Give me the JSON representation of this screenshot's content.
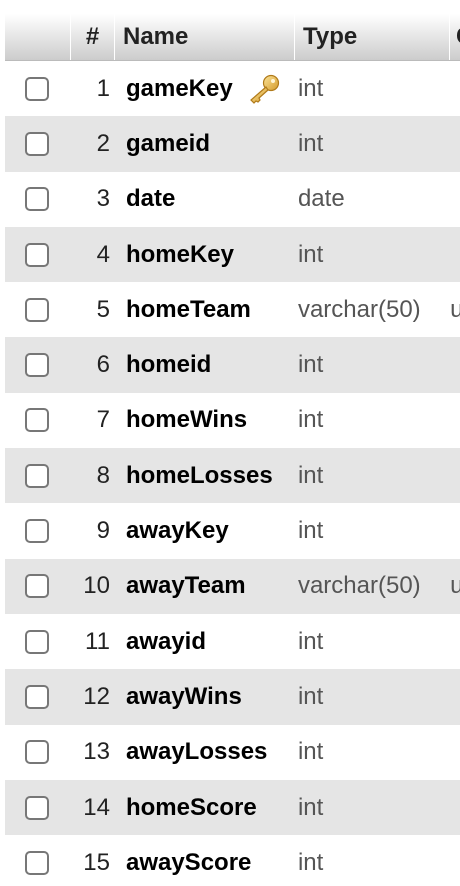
{
  "header": {
    "num": "#",
    "name": "Name",
    "type": "Type",
    "extra": "C"
  },
  "rows": [
    {
      "num": "1",
      "name": "gameKey",
      "type": "int",
      "extra": "",
      "primary_key": true
    },
    {
      "num": "2",
      "name": "gameid",
      "type": "int",
      "extra": ""
    },
    {
      "num": "3",
      "name": "date",
      "type": "date",
      "extra": ""
    },
    {
      "num": "4",
      "name": "homeKey",
      "type": "int",
      "extra": ""
    },
    {
      "num": "5",
      "name": "homeTeam",
      "type": "varchar(50)",
      "extra": "u"
    },
    {
      "num": "6",
      "name": "homeid",
      "type": "int",
      "extra": ""
    },
    {
      "num": "7",
      "name": "homeWins",
      "type": "int",
      "extra": ""
    },
    {
      "num": "8",
      "name": "homeLosses",
      "type": "int",
      "extra": ""
    },
    {
      "num": "9",
      "name": "awayKey",
      "type": "int",
      "extra": ""
    },
    {
      "num": "10",
      "name": "awayTeam",
      "type": "varchar(50)",
      "extra": "u"
    },
    {
      "num": "11",
      "name": "awayid",
      "type": "int",
      "extra": ""
    },
    {
      "num": "12",
      "name": "awayWins",
      "type": "int",
      "extra": ""
    },
    {
      "num": "13",
      "name": "awayLosses",
      "type": "int",
      "extra": ""
    },
    {
      "num": "14",
      "name": "homeScore",
      "type": "int",
      "extra": ""
    },
    {
      "num": "15",
      "name": "awayScore",
      "type": "int",
      "extra": ""
    }
  ],
  "icons": {
    "primary_key": "key-icon"
  },
  "colors": {
    "row_alt": "#e5e5e5",
    "key_gold": "#e8b84a"
  }
}
